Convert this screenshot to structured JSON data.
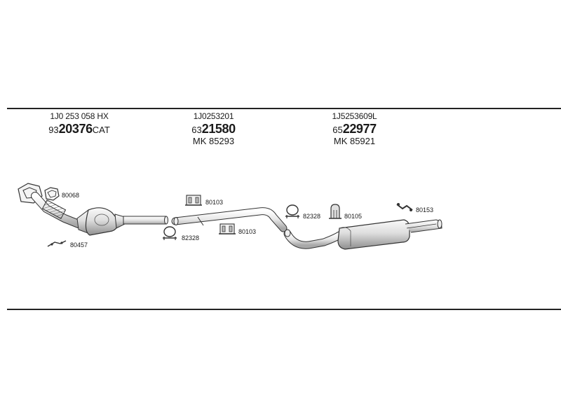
{
  "headers": [
    {
      "oem": "1J0 253 058 HX",
      "prefix": "93",
      "number": "20376",
      "suffix": "CAT",
      "mk": ""
    },
    {
      "oem": "1J0253201",
      "prefix": "63",
      "number": "21580",
      "suffix": "",
      "mk": "MK 85293"
    },
    {
      "oem": "1J5253609L",
      "prefix": "65",
      "number": "22977",
      "suffix": "",
      "mk": "MK 85921"
    }
  ],
  "part_labels": {
    "gasket_upper": "80068",
    "bracket_left": "80457",
    "hanger_middle_top": "80103",
    "clamp_middle": "82328",
    "hanger_middle_bottom": "80103",
    "clamp_right": "82328",
    "hanger_right": "80105",
    "bracket_right": "80153"
  },
  "colors": {
    "line": "#222222",
    "part_stroke": "#333333",
    "part_fill": "#f2f2f2",
    "shade": "#bdbdbd"
  },
  "icons": [
    "catalytic-converter-icon",
    "pipe-icon",
    "muffler-icon",
    "clamp-icon",
    "rubber-hanger-icon",
    "bracket-icon",
    "gasket-icon"
  ]
}
